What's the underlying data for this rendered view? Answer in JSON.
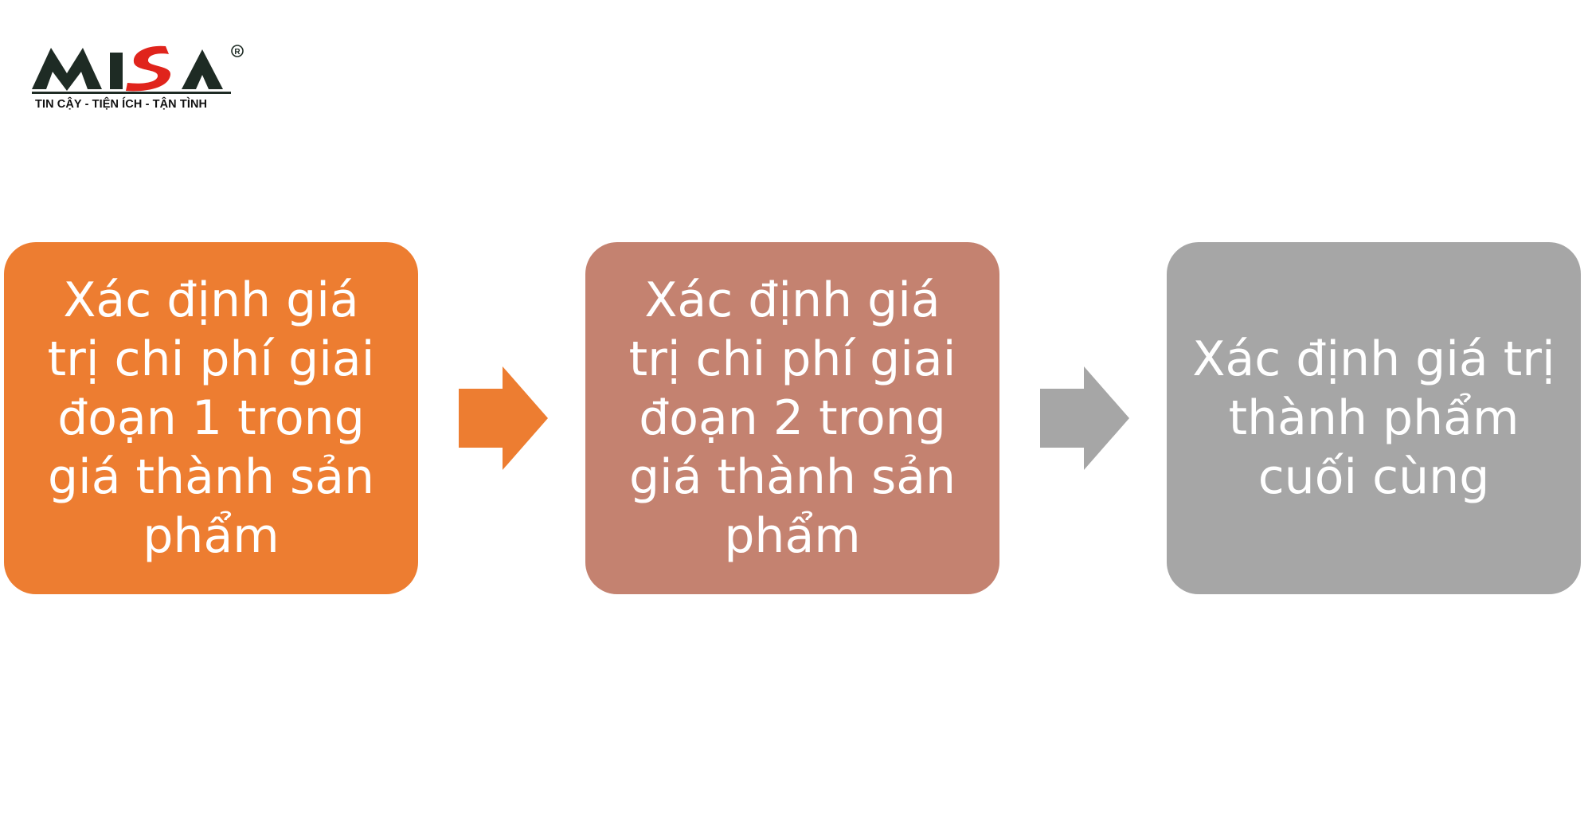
{
  "logo": {
    "brand": "MISA",
    "registered": "®",
    "tagline": "TIN CẬY - TIỆN ÍCH - TẬN TÌNH"
  },
  "colors": {
    "step1": "#ED7D31",
    "step2": "#C48270",
    "step3": "#A6A6A6",
    "arrow1": "#ED7D31",
    "arrow2": "#A6A6A6",
    "logo_dark": "#1E2B24",
    "logo_red": "#E0241C"
  },
  "steps": [
    {
      "text": "Xác định giá trị chi phí giai đoạn 1 trong giá thành sản phẩm"
    },
    {
      "text": "Xác định giá trị chi phí giai đoạn 2 trong giá thành sản phẩm"
    },
    {
      "text": "Xác định giá trị thành phẩm cuối cùng"
    }
  ],
  "arrows": [
    {
      "icon": "arrow-right-icon"
    },
    {
      "icon": "arrow-right-icon"
    }
  ]
}
